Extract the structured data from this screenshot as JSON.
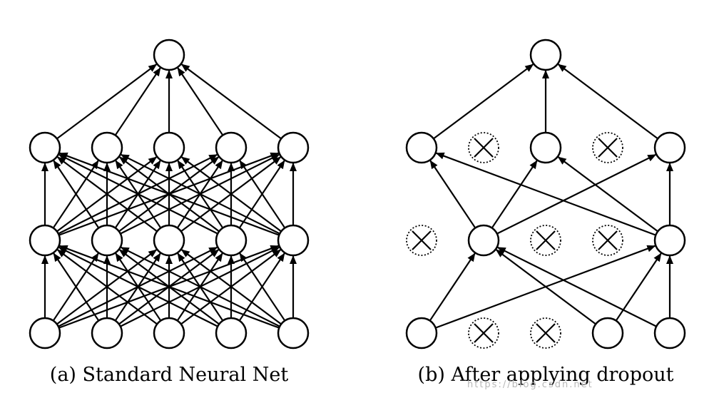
{
  "captions": {
    "left": "(a) Standard Neural Net",
    "right": "(b) After applying dropout"
  },
  "watermark": "https://blog.csdn.net",
  "colors": {
    "stroke": "#000000",
    "background": "#ffffff"
  },
  "networks": {
    "standard": {
      "layers": [
        {
          "name": "input",
          "units": [
            true,
            true,
            true,
            true,
            true
          ]
        },
        {
          "name": "hidden-1",
          "units": [
            true,
            true,
            true,
            true,
            true
          ]
        },
        {
          "name": "hidden-2",
          "units": [
            true,
            true,
            true,
            true,
            true
          ]
        },
        {
          "name": "output",
          "units": [
            true
          ]
        }
      ],
      "fully_connected": true
    },
    "dropout": {
      "layers": [
        {
          "name": "input",
          "units": [
            true,
            false,
            false,
            true,
            true
          ]
        },
        {
          "name": "hidden-1",
          "units": [
            false,
            true,
            false,
            false,
            true
          ]
        },
        {
          "name": "hidden-2",
          "units": [
            true,
            false,
            true,
            false,
            true
          ]
        },
        {
          "name": "output",
          "units": [
            true
          ]
        }
      ],
      "fully_connected": false
    }
  }
}
